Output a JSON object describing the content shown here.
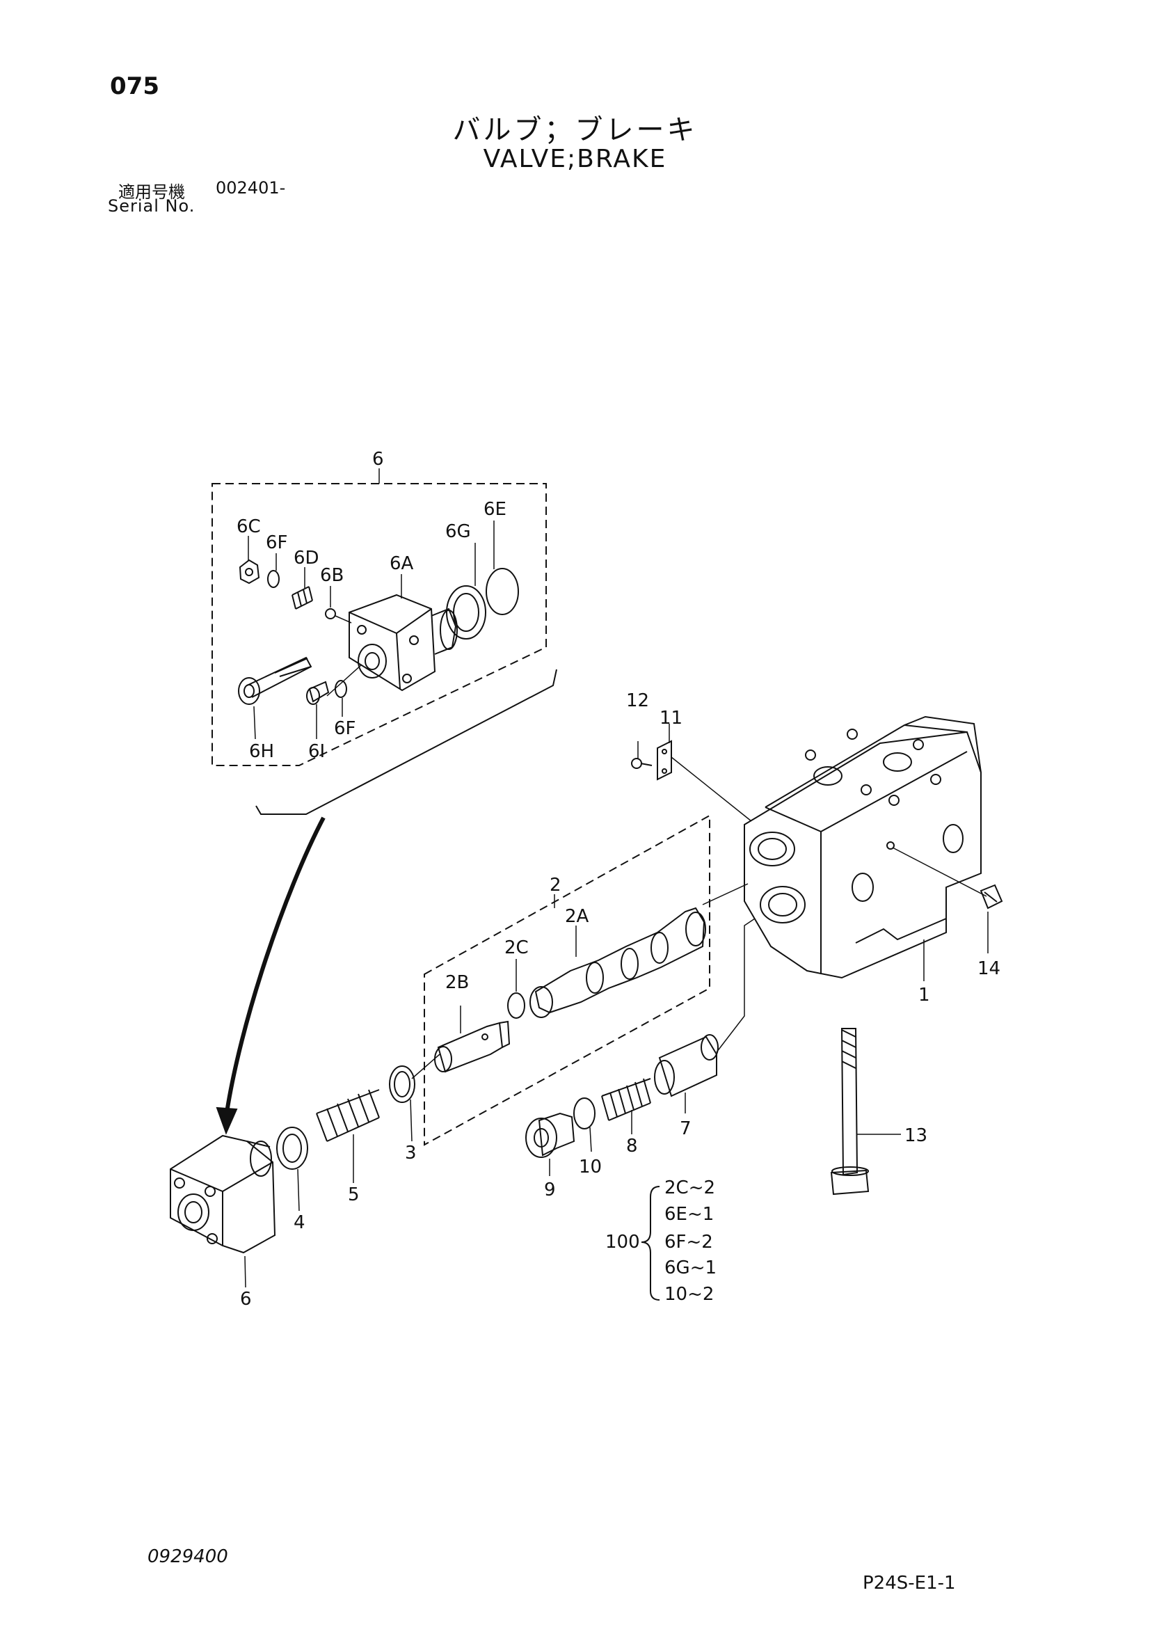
{
  "header": {
    "page_number": "075",
    "title_jp": "バルブ；ブレーキ",
    "title_en": "VALVE;BRAKE",
    "serial_label_jp": "適用号機",
    "serial_value": "002401-",
    "serial_label_en": "Serial No."
  },
  "callouts": {
    "c1": "1",
    "c2": "2",
    "c2a": "2A",
    "c2b": "2B",
    "c2c": "2C",
    "c3": "3",
    "c4": "4",
    "c5": "5",
    "c6_top": "6",
    "c6_bottom": "6",
    "c6a": "6A",
    "c6b": "6B",
    "c6c": "6C",
    "c6d": "6D",
    "c6e": "6E",
    "c6f_top": "6F",
    "c6f_bottom": "6F",
    "c6g": "6G",
    "c6h": "6H",
    "c6i": "6I",
    "c7": "7",
    "c8": "8",
    "c9": "9",
    "c10": "10",
    "c11": "11",
    "c12": "12",
    "c13": "13",
    "c14": "14"
  },
  "kit": {
    "number": "100",
    "items": [
      "2C~2",
      "6E~1",
      "6F~2",
      "6G~1",
      "10~2"
    ]
  },
  "footer": {
    "doc_number": "0929400",
    "page_code": "P24S-E1-1"
  }
}
